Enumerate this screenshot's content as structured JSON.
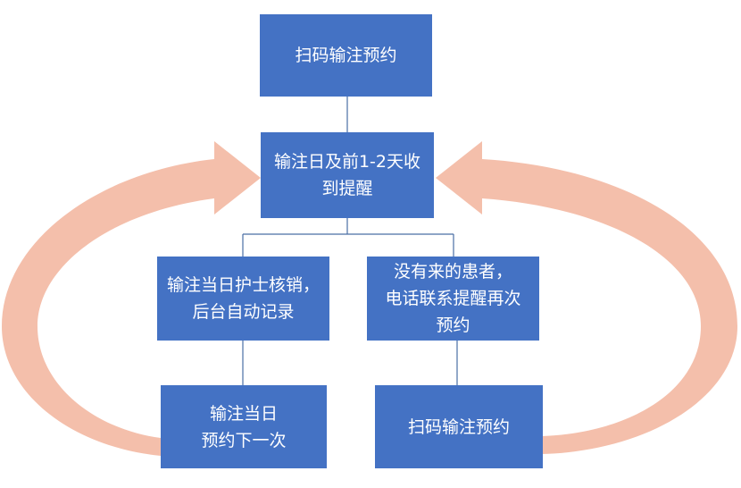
{
  "diagram": {
    "colors": {
      "box_fill": "#4472c4",
      "box_text": "#ffffff",
      "connector": "#4a6fa5",
      "cycle_arrow": "#f4bfab"
    },
    "nodes": {
      "top": {
        "lines": [
          "扫码输注预约"
        ]
      },
      "reminder": {
        "lines": [
          "输注日及前1-2天收",
          "到提醒"
        ]
      },
      "nurse": {
        "lines": [
          "输注当日护士核销，",
          "后台自动记录"
        ]
      },
      "no_show": {
        "lines": [
          "没有来的患者，",
          "电话联系提醒再次",
          "预约"
        ]
      },
      "book_next": {
        "lines": [
          "输注当日",
          "预约下一次"
        ]
      },
      "rebook": {
        "lines": [
          "扫码输注预约"
        ]
      }
    }
  }
}
